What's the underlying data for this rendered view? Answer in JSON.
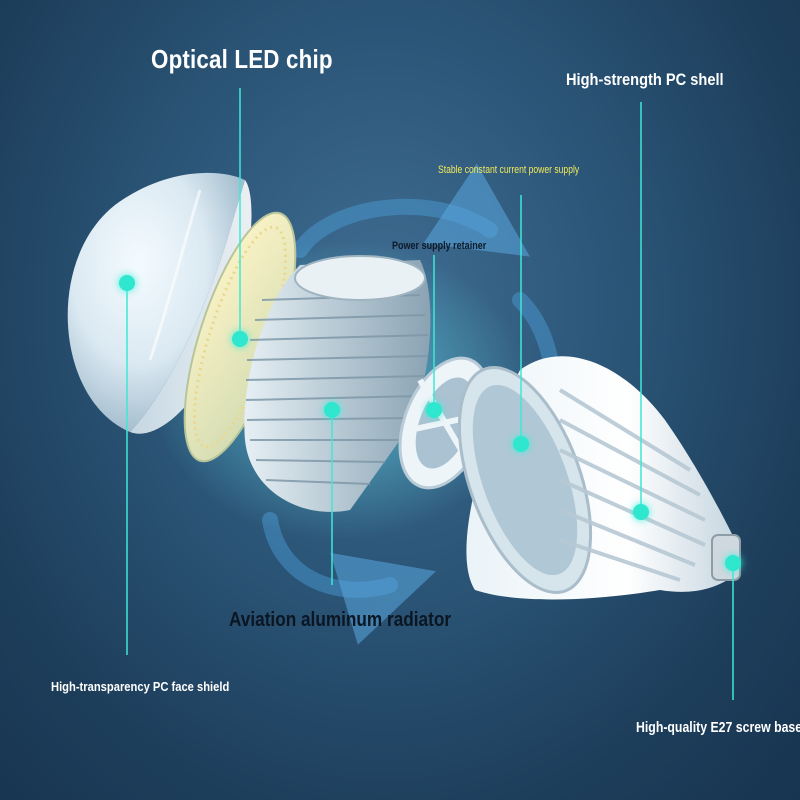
{
  "labels": {
    "led_chip": "Optical LED chip",
    "pc_shell": "High-strength PC shell",
    "power_supply": "Stable constant current power supply",
    "retainer": "Power supply retainer",
    "radiator": "Aviation aluminum radiator",
    "face_shield": "High-transparency PC face shield",
    "screw_base": "High-quality E27 screw base"
  },
  "colors": {
    "background": "#2b5577",
    "callout_line": "#3ee8d6",
    "callout_dot": "#2fe6cf",
    "cyan_glow": "#4ff0ff",
    "power_label": "#f1e85a"
  }
}
